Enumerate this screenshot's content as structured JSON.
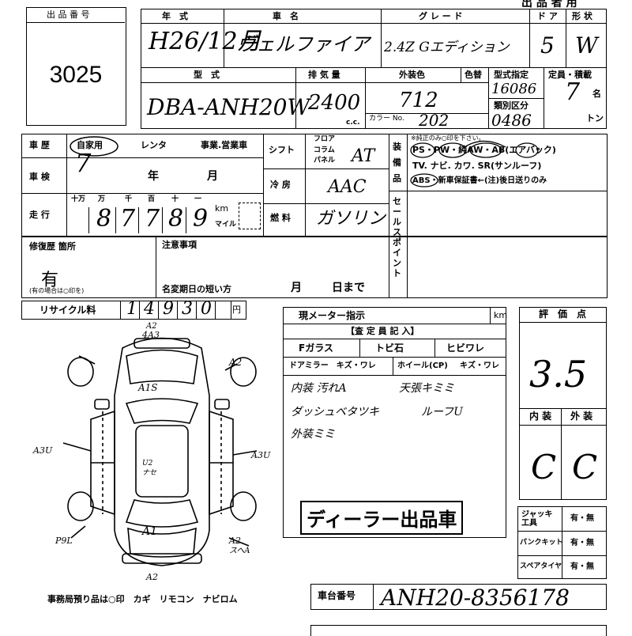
{
  "header": {
    "top_right": "出 品 者 用",
    "lot_label": "出 品 番 号",
    "lot_number": "3025"
  },
  "row1": {
    "year_label": "年　式",
    "year_value": "H26/12月",
    "name_label": "車　名",
    "name_value": "ヴェルファイア",
    "grade_label": "グ レ ー ド",
    "grade_value": "2.4Z Gエディション",
    "door_label": "ド ア",
    "door_value": "5",
    "shape_label": "形 状",
    "shape_value": "W"
  },
  "row2": {
    "model_label": "型　式",
    "model_value": "DBA-ANH20W",
    "cc_label": "排 気 量",
    "cc_value": "2400",
    "cc_unit": "c.c.",
    "color_label": "外装色",
    "color_value": "712",
    "repaint_label": "色替",
    "colorno_label": "カラー No.",
    "colorno_value": "202",
    "type_spec_label": "型式指定",
    "type_spec_value": "16086",
    "class_label": "類別区分",
    "class_value": "0486",
    "capacity_label": "定員・積載",
    "capacity_value": "7",
    "capacity_unit": "名",
    "ton_unit": "トン"
  },
  "history": {
    "label": "車 歴",
    "options": [
      "自家用",
      "レンタ",
      "事業.営業車"
    ],
    "inspection_label": "車 検",
    "inspection_year": "年",
    "inspection_month": "月",
    "inspection_mark": "7",
    "mileage_label": "走 行",
    "mileage_units": [
      "十万",
      "万",
      "千",
      "百",
      "十",
      "一"
    ],
    "mileage_digits": [
      "8",
      "7",
      "7",
      "8",
      "9"
    ],
    "km_label": "km",
    "mile_label": "マイル"
  },
  "shift": {
    "label": "シフト",
    "options": [
      "フロア",
      "コラム",
      "パネル"
    ],
    "value": "AT"
  },
  "aircon": {
    "label": "冷 房",
    "value": "AAC"
  },
  "fuel": {
    "label": "燃 料",
    "value": "ガソリン"
  },
  "equipment": {
    "label": "装備品",
    "note": "※純正のみ○印を下さい。",
    "line1": "PS・PW・純AW・AB(エアバック)",
    "line2": "TV. ナビ. カワ. SR(サンルーフ)",
    "line3": "ABS・新車保証書←(注)後日送りのみ"
  },
  "sales_point": {
    "label": "セールスポイント"
  },
  "repair": {
    "label": "修復歴 箇所",
    "value": "有",
    "note": "(有の場合は○印を)"
  },
  "caution": {
    "label": "注意事項",
    "name_change_label": "名変期日の短い方",
    "month": "月",
    "day": "日まで"
  },
  "recycle": {
    "label": "リサイクル料",
    "digits": [
      "1",
      "4",
      "9",
      "3",
      "0"
    ],
    "unit": "円"
  },
  "diagram": {
    "marks": [
      "A2",
      "4A3",
      "A1S",
      "A2",
      "A3U",
      "A3U",
      "U2",
      "ナセ",
      "A1",
      "P9L",
      "A2",
      "スヘA",
      "A2"
    ],
    "footer": "事務局預り品は○印　カギ　リモコン　ナビロム"
  },
  "meter": {
    "label": "現メーター指示",
    "km": "km",
    "inspector_label": "【査 定 員 記 入】",
    "fglass": "Fガラス",
    "tobi": "トビ石",
    "hibi": "ヒビワレ",
    "mirror": "ドアミラー　キズ・ワレ",
    "wheel": "ホイール(CP)",
    "wheel_val": "キズ・ワレ",
    "note1": "内装 汚れA",
    "note2": "天張キミミ",
    "note3": "ダッシュベタツキ",
    "note4": "ルーフU",
    "note5": "外装ミミ",
    "stamp": "ディーラー出品車"
  },
  "rating": {
    "label": "評　価　点",
    "score": "3.5",
    "interior_label": "内 装",
    "exterior_label": "外 装",
    "interior_value": "C",
    "exterior_value": "C"
  },
  "tools": {
    "jack_label": "ジャッキ工具",
    "puncture_label": "パンクキット",
    "spare_label": "スペアタイヤ",
    "option": "有・無"
  },
  "chassis": {
    "label": "車台番号",
    "value": "ANH20-8356178"
  }
}
